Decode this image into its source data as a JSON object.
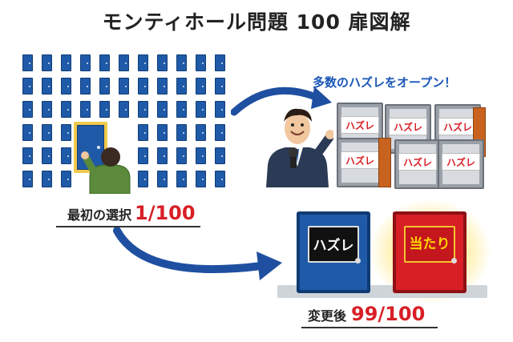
{
  "title": "モンティホール問題 100 扉図解",
  "speech": "多数のハズレをオープン！",
  "first_choice": {
    "label": "最初の選択",
    "value": "1/100"
  },
  "after_switch": {
    "label": "変更後",
    "value": "99/100"
  },
  "opened_sign": "ハズレ",
  "final_doors": {
    "blue_label": "ハズレ",
    "red_label": "当たり"
  },
  "colors": {
    "door_blue": "#1f5aa8",
    "door_red": "#d81f26",
    "highlight": "#f2c94c",
    "arrow": "#1f4fa0",
    "accent_text": "#d81f26",
    "speech_text": "#1a56b8"
  },
  "icons": [
    "person-pointing-icon",
    "host-with-microphone-icon",
    "curved-arrow-icon"
  ]
}
